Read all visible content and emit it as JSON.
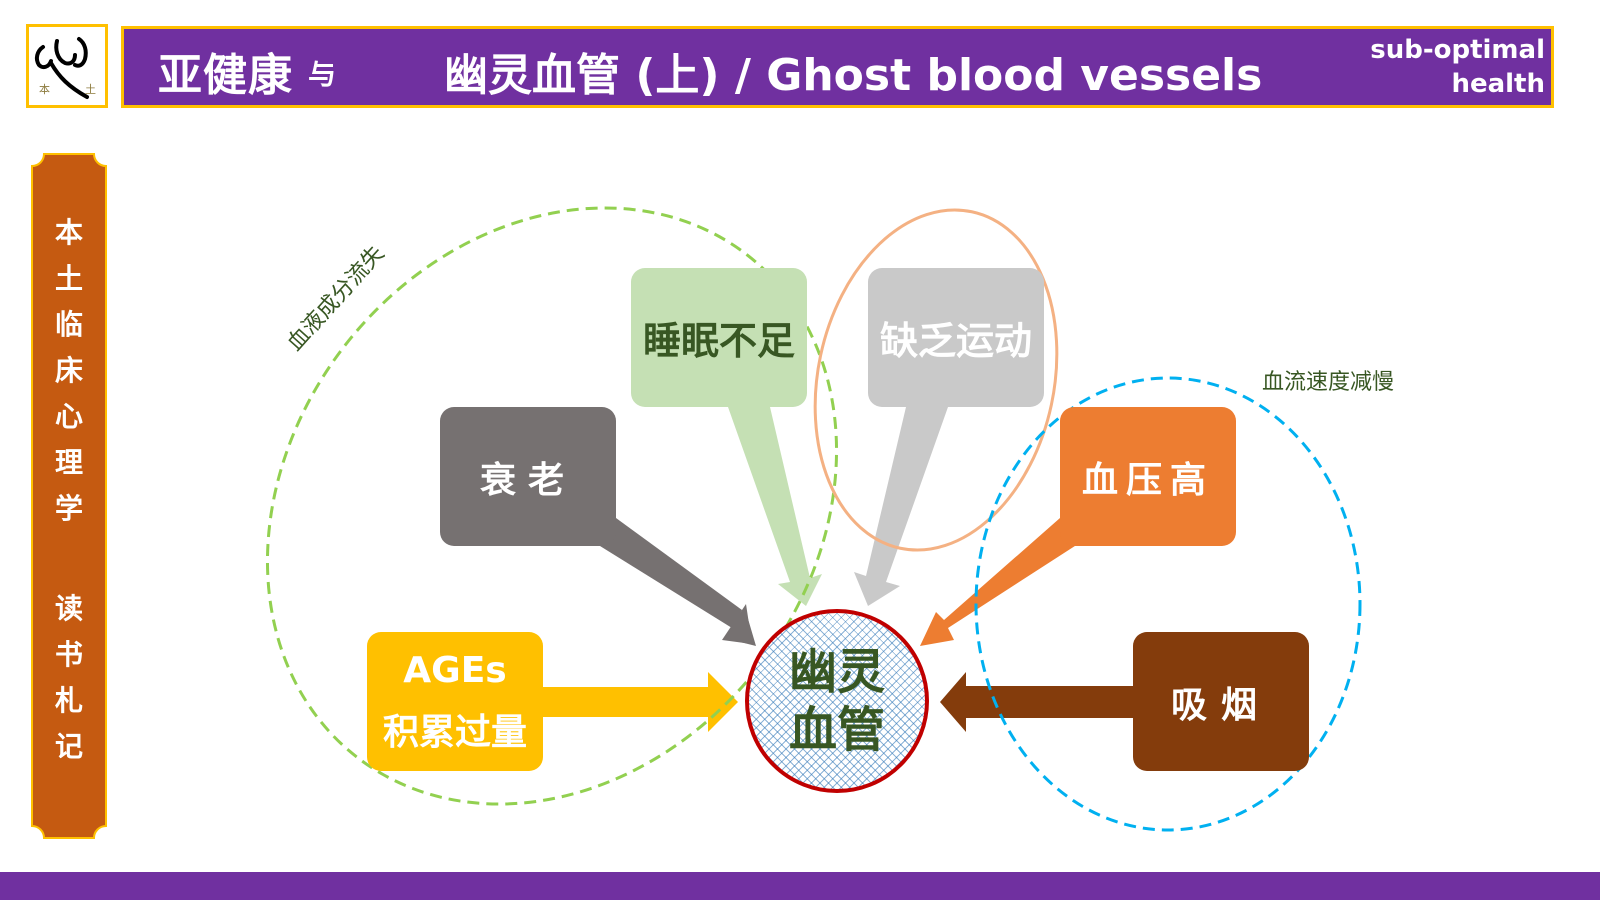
{
  "header": {
    "logo": {
      "icon": "seal-calligraphy-icon",
      "seal_left": "本",
      "seal_right": "土"
    },
    "title_main": "亚健康",
    "title_conjunction": "与",
    "title_topic": "幽灵血管 (上) / Ghost blood vessels",
    "subtitle_line1": "sub-optimal",
    "subtitle_line2": "health"
  },
  "side_banner": {
    "line1": [
      "本",
      "土",
      "临",
      "床",
      "心",
      "理",
      "学"
    ],
    "line2": [
      "读",
      "书",
      "札",
      "记"
    ]
  },
  "diagram": {
    "center": {
      "line1": "幽灵",
      "line2": "血管",
      "border_color": "#C00000",
      "text_color": "#385723"
    },
    "factors": [
      {
        "id": "sleep",
        "label": "睡眠不足",
        "color": "#C5E0B4",
        "text_color": "#385723"
      },
      {
        "id": "exercise",
        "label": "缺乏运动",
        "color": "#C9C9C9",
        "text_color": "#FFFFFF"
      },
      {
        "id": "aging",
        "label": "衰老",
        "color": "#767171",
        "text_color": "#FFFFFF"
      },
      {
        "id": "blood-pressure",
        "label": "血压高",
        "color": "#ED7D31",
        "text_color": "#FFFFFF"
      },
      {
        "id": "ages",
        "label_line1": "AGEs",
        "label_line2": "积累过量",
        "color": "#FFC000",
        "text_color": "#FFFFFF"
      },
      {
        "id": "smoking",
        "label": "吸烟",
        "color": "#843C0C",
        "text_color": "#FFFFFF"
      }
    ],
    "groups": [
      {
        "id": "blood-component-loss",
        "label": "血液成分流失",
        "color": "#92D050",
        "style": "dashed"
      },
      {
        "id": "lack-exercise",
        "label": "",
        "color": "#F4B183",
        "style": "solid"
      },
      {
        "id": "blood-flow-slow",
        "label": "血流速度减慢",
        "color": "#00B0F0",
        "style": "dashed"
      }
    ]
  },
  "colors": {
    "title_bg": "#7030A0",
    "title_border": "#FFC000",
    "banner_bg": "#C55A11",
    "footer": "#7030A0"
  }
}
